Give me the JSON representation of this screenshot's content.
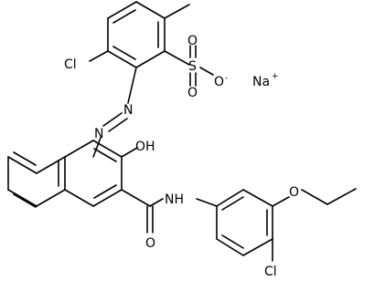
{
  "colors": {
    "bond": "#000000",
    "background": "#ffffff"
  },
  "atoms": {
    "cl_top": "Cl",
    "sulfur": "S",
    "sulfonyl_o_top": "O",
    "sulfonyl_o_bottom": "O",
    "sulfonate_o": "O",
    "sulfonate_charge": "-",
    "sodium": "Na",
    "sodium_charge": "+",
    "azo_n_upper": "N",
    "azo_n_lower": "N",
    "hydroxyl": "OH",
    "amide_nh": "NH",
    "carbonyl_o": "O",
    "ether_o": "O",
    "cl_bottom": "Cl"
  }
}
